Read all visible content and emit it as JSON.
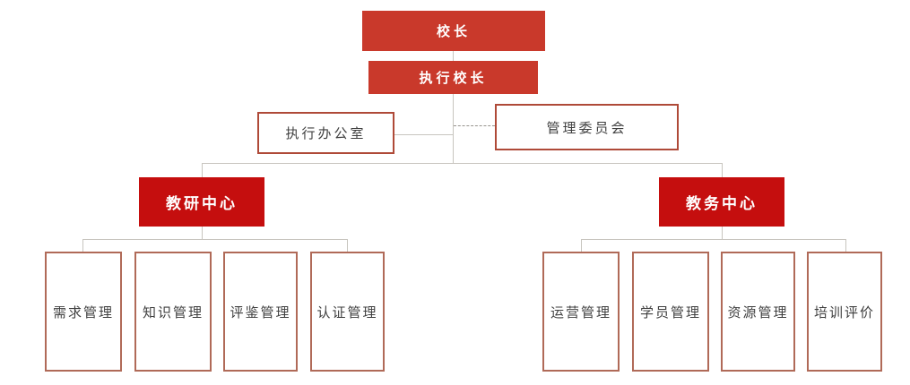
{
  "diagram": {
    "type": "org-chart",
    "colors": {
      "top_box_fill": "#c9392b",
      "center_box_fill": "#c50e0e",
      "white_box_border": "#af4a38",
      "tall_box_border": "#b06a58",
      "connector_line": "#c8c5bf",
      "dashed_line": "#97948e",
      "box_text_light": "#ffffff",
      "box_text_dark": "#3f3f3f"
    },
    "nodes": {
      "principal": {
        "label": "校长"
      },
      "exec_principal": {
        "label": "执行校长"
      },
      "exec_office": {
        "label": "执行办公室"
      },
      "mgmt_committee": {
        "label": "管理委员会"
      },
      "research_center": {
        "label": "教研中心"
      },
      "academic_center": {
        "label": "教务中心"
      },
      "research_children": [
        {
          "label": "需求管理"
        },
        {
          "label": "知识管理"
        },
        {
          "label": "评鉴管理"
        },
        {
          "label": "认证管理"
        }
      ],
      "academic_children": [
        {
          "label": "运营管理"
        },
        {
          "label": "学员管理"
        },
        {
          "label": "资源管理"
        },
        {
          "label": "培训评价"
        }
      ]
    }
  }
}
